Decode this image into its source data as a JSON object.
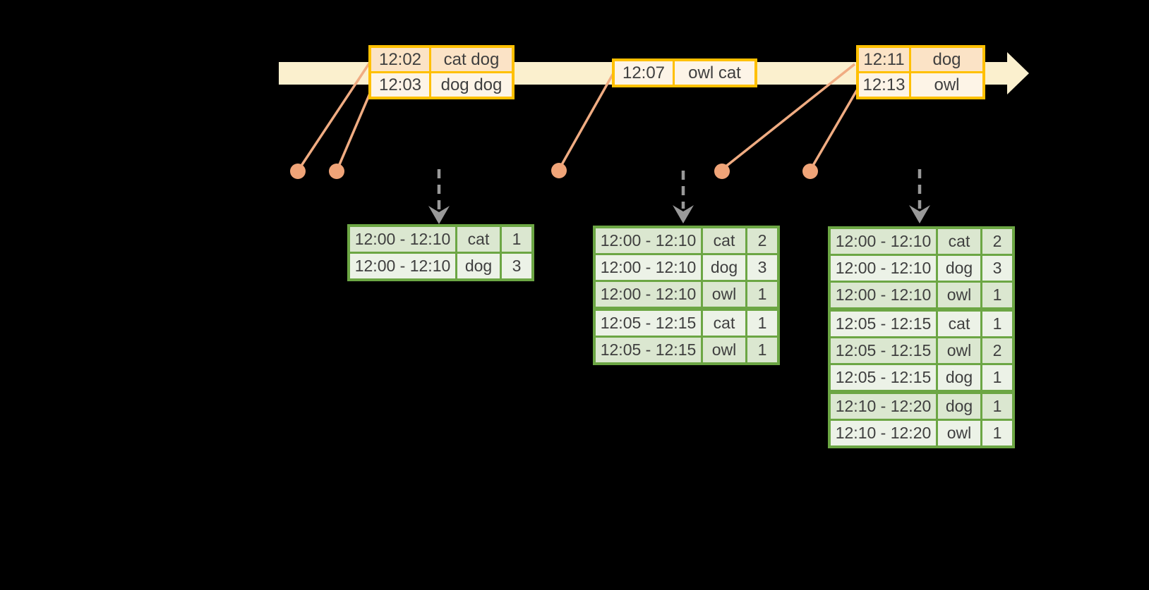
{
  "colors": {
    "background": "#000000",
    "timeline_band": "#FBF0CE",
    "event_border": "#FFC000",
    "event_row_peach": "#FBE3C6",
    "event_row_cream": "#FDF4E7",
    "connector_orange": "#F0AC82",
    "dot_orange": "#F0A478",
    "result_border": "#6CA644",
    "result_cell_dark": "#DBE7D0",
    "result_cell_light": "#ECF2E7",
    "trigger_arrow_gray": "#999999",
    "text": "#3F3F3F"
  },
  "event_tables": [
    {
      "rows": [
        {
          "time": "12:02",
          "words": "cat dog"
        },
        {
          "time": "12:03",
          "words": "dog dog"
        }
      ]
    },
    {
      "rows": [
        {
          "time": "12:07",
          "words": "owl cat"
        }
      ]
    },
    {
      "rows": [
        {
          "time": "12:11",
          "words": "dog"
        },
        {
          "time": "12:13",
          "words": "owl"
        }
      ]
    }
  ],
  "result_tables": [
    {
      "rows": [
        {
          "window": "12:00 - 12:10",
          "word": "cat",
          "count": "1"
        },
        {
          "window": "12:00 - 12:10",
          "word": "dog",
          "count": "3"
        }
      ]
    },
    {
      "rows": [
        {
          "window": "12:00 - 12:10",
          "word": "cat",
          "count": "2"
        },
        {
          "window": "12:00 - 12:10",
          "word": "dog",
          "count": "3"
        },
        {
          "window": "12:00 - 12:10",
          "word": "owl",
          "count": "1"
        },
        {
          "window": "12:05 - 12:15",
          "word": "cat",
          "count": "1"
        },
        {
          "window": "12:05 - 12:15",
          "word": "owl",
          "count": "1"
        }
      ]
    },
    {
      "rows": [
        {
          "window": "12:00 - 12:10",
          "word": "cat",
          "count": "2"
        },
        {
          "window": "12:00 - 12:10",
          "word": "dog",
          "count": "3"
        },
        {
          "window": "12:00 - 12:10",
          "word": "owl",
          "count": "1"
        },
        {
          "window": "12:05 - 12:15",
          "word": "cat",
          "count": "1"
        },
        {
          "window": "12:05 - 12:15",
          "word": "owl",
          "count": "2"
        },
        {
          "window": "12:05 - 12:15",
          "word": "dog",
          "count": "1"
        },
        {
          "window": "12:10 - 12:20",
          "word": "dog",
          "count": "1"
        },
        {
          "window": "12:10 - 12:20",
          "word": "owl",
          "count": "1"
        }
      ]
    }
  ]
}
